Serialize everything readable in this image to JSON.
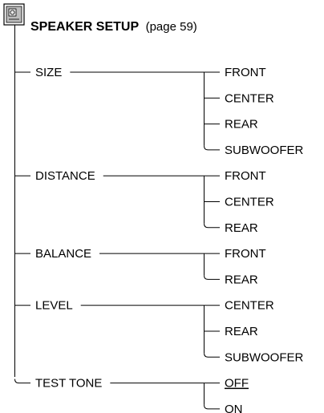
{
  "header": {
    "icon": "speaker-setup-menu-icon",
    "title_bold": "SPEAKER SETUP",
    "title_ref": "(page 59)"
  },
  "menu": [
    {
      "label": "SIZE",
      "options": [
        {
          "label": "FRONT"
        },
        {
          "label": "CENTER"
        },
        {
          "label": "REAR"
        },
        {
          "label": "SUBWOOFER"
        }
      ]
    },
    {
      "label": "DISTANCE",
      "options": [
        {
          "label": "FRONT"
        },
        {
          "label": "CENTER"
        },
        {
          "label": "REAR"
        }
      ]
    },
    {
      "label": "BALANCE",
      "options": [
        {
          "label": "FRONT"
        },
        {
          "label": "REAR"
        }
      ]
    },
    {
      "label": "LEVEL",
      "options": [
        {
          "label": "CENTER"
        },
        {
          "label": "REAR"
        },
        {
          "label": "SUBWOOFER"
        }
      ]
    },
    {
      "label": "TEST TONE",
      "options": [
        {
          "label": "OFF",
          "underlined": true
        },
        {
          "label": "ON"
        }
      ]
    }
  ]
}
